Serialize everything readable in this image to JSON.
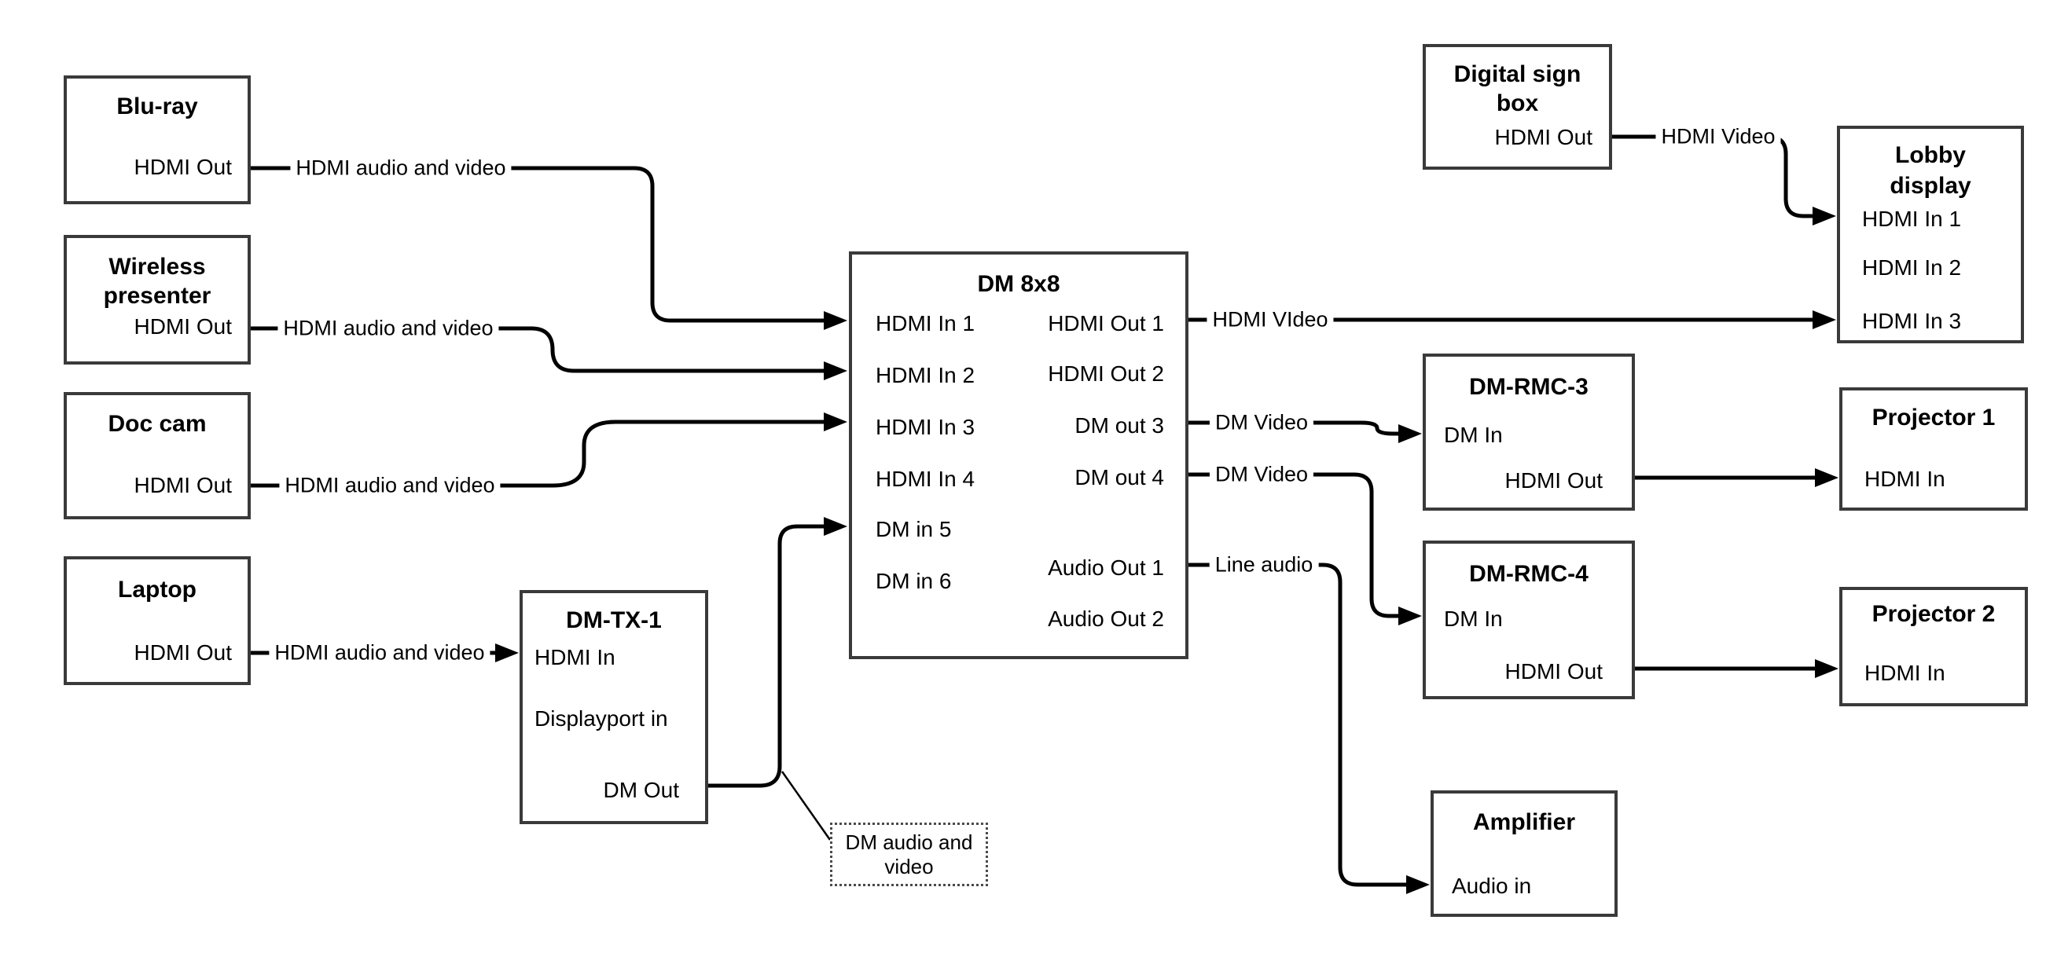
{
  "colors": {
    "background": "#ffffff",
    "box_border": "#3a3a3a",
    "connector": "#000000",
    "text": "#000000"
  },
  "nodes": {
    "bluray": {
      "title": "Blu-ray",
      "port_hdmi_out": "HDMI Out"
    },
    "wireless": {
      "title_line1": "Wireless",
      "title_line2": "presenter",
      "port_hdmi_out": "HDMI Out"
    },
    "doccam": {
      "title": "Doc cam",
      "port_hdmi_out": "HDMI Out"
    },
    "laptop": {
      "title": "Laptop",
      "port_hdmi_out": "HDMI Out"
    },
    "dmtx1": {
      "title": "DM-TX-1",
      "port_hdmi_in": "HDMI In",
      "port_displayport_in": "Displayport in",
      "port_dm_out": "DM Out"
    },
    "dm8x8": {
      "title": "DM 8x8",
      "port_in1": "HDMI In 1",
      "port_in2": "HDMI In 2",
      "port_in3": "HDMI In 3",
      "port_in4": "HDMI In 4",
      "port_in5": "DM in 5",
      "port_in6": "DM in 6",
      "port_out1": "HDMI Out 1",
      "port_out2": "HDMI Out 2",
      "port_out3": "DM out 3",
      "port_out4": "DM out 4",
      "port_audio1": "Audio Out 1",
      "port_audio2": "Audio Out 2"
    },
    "signbox": {
      "title_line1": "Digital sign",
      "title_line2": "box",
      "port_hdmi_out": "HDMI Out"
    },
    "lobby": {
      "title_line1": "Lobby",
      "title_line2": "display",
      "port_in1": "HDMI In 1",
      "port_in2": "HDMI In 2",
      "port_in3": "HDMI In 3"
    },
    "dmrmc3": {
      "title": "DM-RMC-3",
      "port_dm_in": "DM In",
      "port_hdmi_out": "HDMI Out"
    },
    "proj1": {
      "title": "Projector 1",
      "port_hdmi_in": "HDMI In"
    },
    "dmrmc4": {
      "title": "DM-RMC-4",
      "port_dm_in": "DM In",
      "port_hdmi_out": "HDMI Out"
    },
    "proj2": {
      "title": "Projector 2",
      "port_hdmi_in": "HDMI In"
    },
    "amplifier": {
      "title": "Amplifier",
      "port_audio_in": "Audio in"
    }
  },
  "edge_labels": {
    "bluray_to_dm8x8": "HDMI audio and video",
    "wireless_to_dm8x8": "HDMI audio and video",
    "doccam_to_dm8x8": "HDMI audio and video",
    "laptop_to_dmtx1": "HDMI audio and video",
    "dm8x8_out1": "HDMI VIdeo",
    "dm8x8_out3": "DM Video",
    "dm8x8_out4": "DM Video",
    "dm8x8_audio1": "Line audio",
    "signbox_out": "HDMI Video"
  },
  "note": {
    "line1": "DM audio and",
    "line2": "video"
  }
}
